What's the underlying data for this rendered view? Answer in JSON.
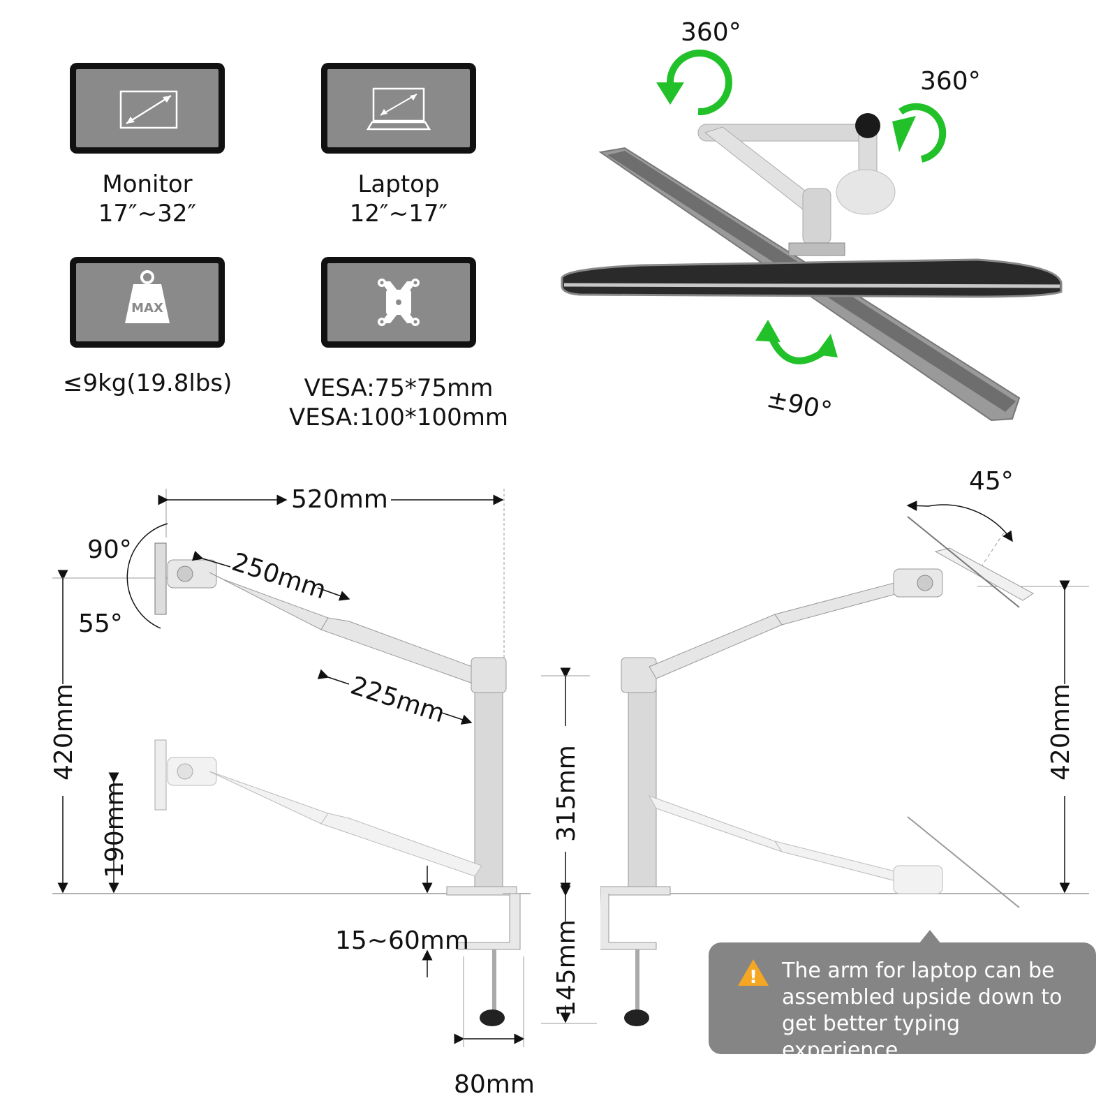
{
  "specs": {
    "monitor": {
      "title": "Monitor",
      "range": "17″~32″"
    },
    "laptop": {
      "title": "Laptop",
      "range": "12″~17″"
    },
    "weight": {
      "value": "≤9kg(19.8lbs)",
      "badge": "MAX"
    },
    "vesa": {
      "line1": "VESA:75*75mm",
      "line2": "VESA:100*100mm"
    }
  },
  "rotation": {
    "top_left": "360°",
    "top_right": "360°",
    "bottom": "±90°"
  },
  "dimensions": {
    "total_reach": "520mm",
    "arm_upper": "250mm",
    "arm_lower": "225mm",
    "tilt_up": "90°",
    "tilt_down": "55°",
    "height_left": "420mm",
    "height_lower_arm": "190mm",
    "clamp_thickness": "15~60mm",
    "pole_height": "315mm",
    "clamp_height": "145mm",
    "clamp_width": "80mm",
    "laptop_tilt": "45°",
    "height_right": "420mm"
  },
  "note": {
    "text": "The arm for laptop can be assembled upside down to get better typing experience.",
    "warning_glyph": "!"
  },
  "colors": {
    "accent_green": "#22c12a",
    "warning_orange": "#f5a623",
    "note_bg": "#858585"
  },
  "icons": [
    "diagonal-arrow-icon",
    "laptop-icon",
    "weight-icon",
    "vesa-plate-icon",
    "rotate-arrow-icon",
    "warning-icon"
  ]
}
